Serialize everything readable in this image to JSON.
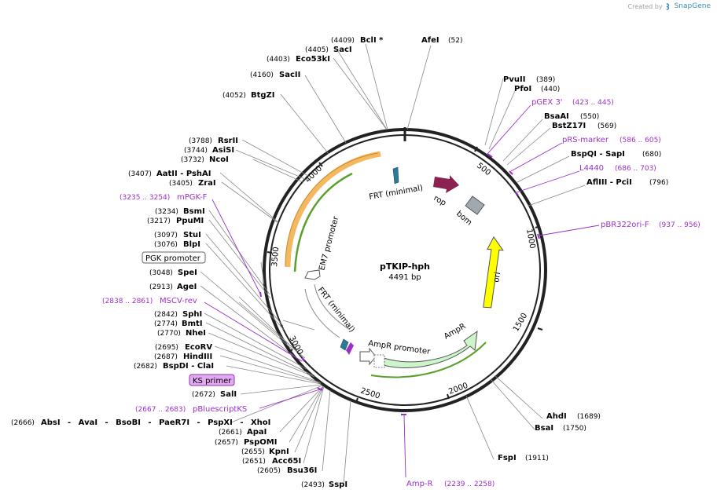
{
  "credit": {
    "prefix": "Created by",
    "brand": "SnapGene"
  },
  "plasmid": {
    "name": "pTKIP-hph",
    "length_label": "4491 bp"
  },
  "ticks": [
    "500",
    "1000",
    "1500",
    "2000",
    "2500",
    "3000",
    "3500",
    "4000"
  ],
  "enzymes": [
    {
      "name": "AfeI",
      "pos": "(52)"
    },
    {
      "name": "PvuII",
      "pos": "(389)"
    },
    {
      "name": "PfoI",
      "pos": "(440)"
    },
    {
      "name": "BsaAI",
      "pos": "(550)"
    },
    {
      "name": "BstZ17I",
      "pos": "(569)"
    },
    {
      "name": "BspQI - SapI",
      "pos": "(680)"
    },
    {
      "name": "AflIII - PciI",
      "pos": "(796)"
    },
    {
      "name": "AhdI",
      "pos": "(1689)"
    },
    {
      "name": "BsaI",
      "pos": "(1750)"
    },
    {
      "name": "FspI",
      "pos": "(1911)"
    },
    {
      "name": "SspI",
      "pos": "(2493)"
    },
    {
      "name": "Bsu36I",
      "pos": "(2605)"
    },
    {
      "name": "Acc65I",
      "pos": "(2651)"
    },
    {
      "name": "KpnI",
      "pos": "(2655)"
    },
    {
      "name": "PspOMI",
      "pos": "(2657)"
    },
    {
      "name": "ApaI",
      "pos": "(2661)"
    },
    {
      "name": "AbsI - AvaI - BsoBI - PaeR7I - PspXI - XhoI",
      "pos": "(2666)"
    },
    {
      "name": "SalI",
      "pos": "(2672)"
    },
    {
      "name": "BspDI - ClaI",
      "pos": "(2682)"
    },
    {
      "name": "HindIII",
      "pos": "(2687)"
    },
    {
      "name": "EcoRV",
      "pos": "(2695)"
    },
    {
      "name": "NheI",
      "pos": "(2770)"
    },
    {
      "name": "BmtI",
      "pos": "(2774)"
    },
    {
      "name": "SphI",
      "pos": "(2842)"
    },
    {
      "name": "AgeI",
      "pos": "(2913)"
    },
    {
      "name": "SpeI",
      "pos": "(3048)"
    },
    {
      "name": "BlpI",
      "pos": "(3076)"
    },
    {
      "name": "StuI",
      "pos": "(3097)"
    },
    {
      "name": "PpuMI",
      "pos": "(3217)"
    },
    {
      "name": "BsmI",
      "pos": "(3234)"
    },
    {
      "name": "ZraI",
      "pos": "(3405)"
    },
    {
      "name": "AatII - PshAI",
      "pos": "(3407)"
    },
    {
      "name": "NcoI",
      "pos": "(3732)"
    },
    {
      "name": "AsiSI",
      "pos": "(3744)"
    },
    {
      "name": "RsrII",
      "pos": "(3788)"
    },
    {
      "name": "BtgZI",
      "pos": "(4052)"
    },
    {
      "name": "SacII",
      "pos": "(4160)"
    },
    {
      "name": "Eco53kI",
      "pos": "(4403)"
    },
    {
      "name": "SacI",
      "pos": "(4405)"
    },
    {
      "name": "BclI *",
      "pos": "(4409)"
    }
  ],
  "primers": [
    {
      "name": "pGEX 3'",
      "pos": "(423 .. 445)"
    },
    {
      "name": "pRS-marker",
      "pos": "(586 .. 605)"
    },
    {
      "name": "L4440",
      "pos": "(686 .. 703)"
    },
    {
      "name": "pBR322ori-F",
      "pos": "(937 .. 956)"
    },
    {
      "name": "Amp-R",
      "pos": "(2239 .. 2258)"
    },
    {
      "name": "pBluescriptKS",
      "pos": "(2667 .. 2683)"
    },
    {
      "name": "MSCV-rev",
      "pos": "(2838 .. 2861)"
    },
    {
      "name": "mPGK-F",
      "pos": "(3235 .. 3254)"
    }
  ],
  "boxed_labels": {
    "pgk": "PGK promoter",
    "ks": "KS primer"
  },
  "features": {
    "frt1": "FRT (minimal)",
    "rop": "rop",
    "bom": "bom",
    "ori": "ori",
    "ampr": "AmpR",
    "ampr_promoter": "AmpR promoter",
    "frt2": "FRT (minimal)",
    "em7": "EM7 promoter"
  },
  "colors": {
    "backbone": "#222222",
    "primer": "#9b30c8",
    "ori": "#ffff00",
    "ampr": "#ccf5cc",
    "rop": "#8b2252",
    "bom": "#a0a8b0",
    "frt": "#2a7a9a",
    "hph_orange": "#f4b860",
    "hph_green": "#5aa02c"
  }
}
